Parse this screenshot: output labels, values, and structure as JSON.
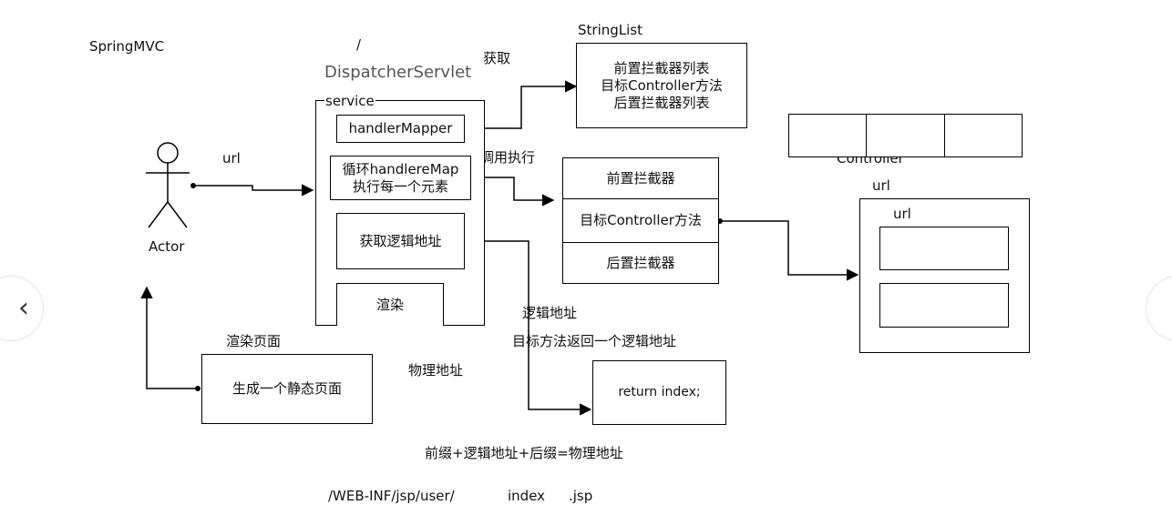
{
  "diagram": {
    "title": "SpringMVC",
    "actor_label": "Actor",
    "url_label": "url",
    "slash_label": "/",
    "dispatcher_label": "DispatcherServlet",
    "service_label": "service",
    "fetch_label": "获取",
    "stringlist_title": "StringList",
    "stringlist_lines": [
      "前置拦截器列表",
      "目标Controller方法",
      "后置拦截器列表"
    ],
    "handler_mapper": "handlerMapper",
    "loop_lines": [
      "循环handlereMap",
      "执行每一个元素"
    ],
    "get_logic_addr": "获取逻辑地址",
    "render": "渲染",
    "invoke_label": "调用执行",
    "chain": [
      "前置拦截器",
      "目标Controller方法",
      "后置拦截器"
    ],
    "controller_label": "Controller",
    "controller_url_outer": "url",
    "controller_url_inner": "url",
    "logic_addr_label": "逻辑地址",
    "method_returns_label": "目标方法返回一个逻辑地址",
    "render_page_label": "渲染页面",
    "generate_static": "生成一个静态页面",
    "physical_addr_label": "物理地址",
    "return_index": "return index;",
    "formula": "前缀+逻辑地址+后缀=物理地址",
    "path_prefix": "/WEB-INF/jsp/user/",
    "path_index": "index",
    "path_suffix": ".jsp"
  },
  "nav": {
    "prev_icon": "‹",
    "next_icon": "›"
  },
  "colors": {
    "line": "#000000",
    "dispatcher_text": "#555555",
    "background": "#ffffff"
  }
}
